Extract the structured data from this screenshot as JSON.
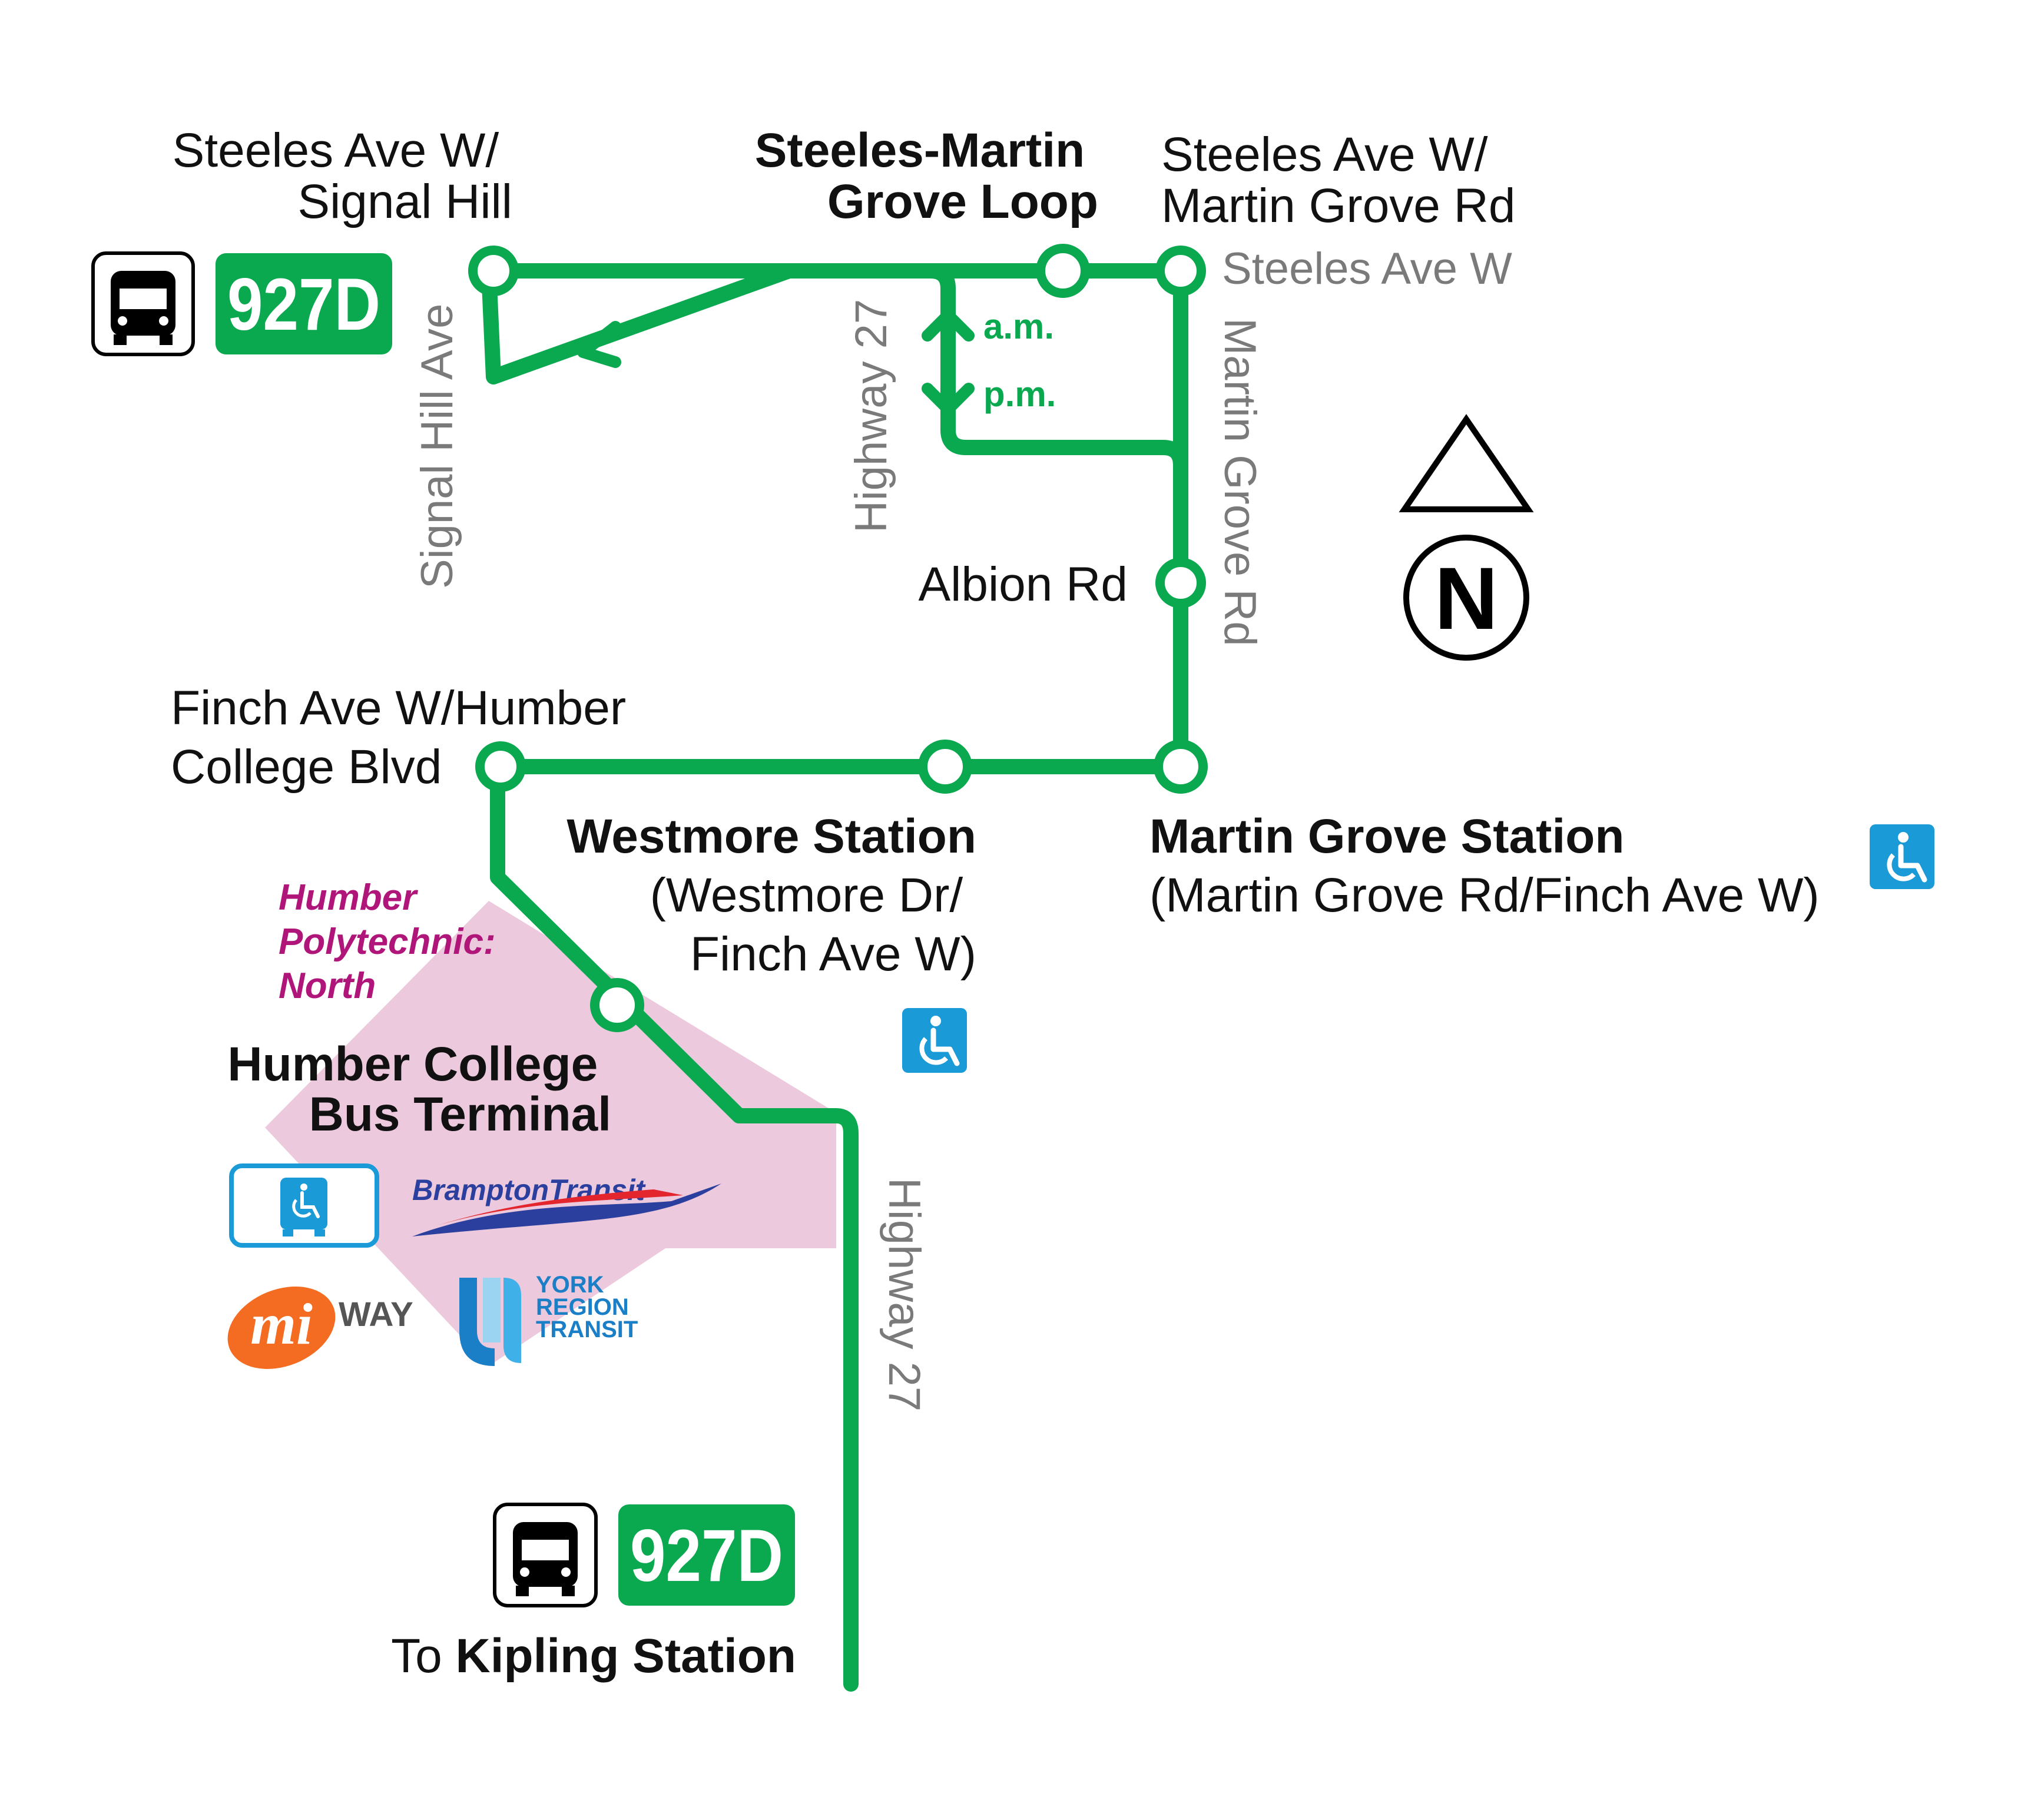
{
  "route": {
    "number": "927D",
    "color": "#0aa84f",
    "destination_prefix": "To",
    "destination_name": "Kipling Station"
  },
  "stops": {
    "steeles_signal_hill": [
      "Steeles Ave W/",
      "Signal Hill"
    ],
    "steeles_martin_loop": [
      "Steeles-Martin",
      "Grove Loop"
    ],
    "steeles_martin_grove": [
      "Steeles Ave W/",
      "Martin Grove Rd"
    ],
    "albion": "Albion Rd",
    "finch_humber": [
      "Finch Ave W/Humber",
      "College Blvd"
    ],
    "westmore_title": "Westmore Station",
    "westmore_sub": [
      "(Westmore Dr/",
      "Finch Ave W)"
    ],
    "martin_grove_title": "Martin Grove Station",
    "martin_grove_sub": "(Martin Grove Rd/Finch Ave W)",
    "humber_terminal": [
      "Humber College",
      "Bus Terminal"
    ]
  },
  "streets": {
    "steeles": "Steeles Ave W",
    "signal_hill": "Signal Hill Ave",
    "highway27_north": "Highway 27",
    "martin_grove": "Martin Grove Rd",
    "highway27_south": "Highway 27"
  },
  "times": {
    "am": "a.m.",
    "pm": "p.m."
  },
  "campus": [
    "Humber",
    "Polytechnic:",
    "North"
  ],
  "compass": "N",
  "logos": {
    "brampton": "BramptonTransit",
    "miway_mi": "mi",
    "miway_way": "WAY",
    "yrt": [
      "YORK",
      "REGION",
      "TRANSIT"
    ]
  },
  "colors": {
    "route_green": "#0aa84f",
    "accessible_blue": "#1a9ad6",
    "campus_pink": "#ecc9dc",
    "campus_text": "#b0157a",
    "street_grey": "#7a7a7a"
  },
  "icons": [
    "bus-icon",
    "wheelchair-icon",
    "north-arrow-icon"
  ]
}
